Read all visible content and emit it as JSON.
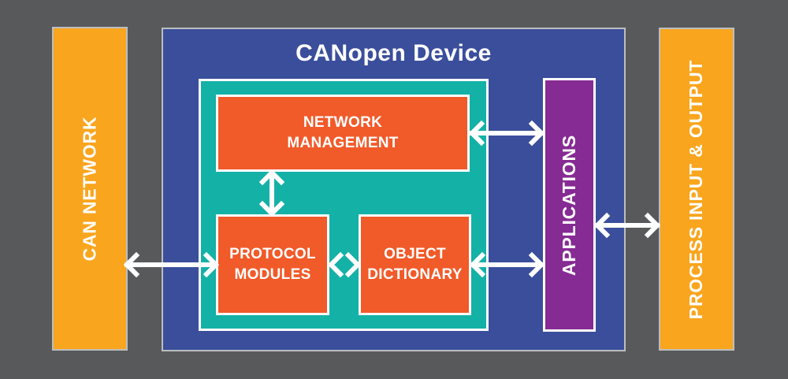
{
  "diagram": {
    "title": "CANopen Device",
    "bars": {
      "can_network": "CAN NETWORK",
      "applications": "APPLICATIONS",
      "process_io": "PROCESS INPUT & OUTPUT"
    },
    "boxes": {
      "network_management": "NETWORK MANAGEMENT",
      "protocol_modules": "PROTOCOL MODULES",
      "object_dictionary": "OBJECT DICTIONARY"
    },
    "colors": {
      "background_gray": "#58595B",
      "device_blue": "#3A4E9C",
      "core_teal": "#14B1A6",
      "module_orange": "#F15A29",
      "bar_amber": "#F9A51E",
      "applications_purple": "#862B93",
      "arrow_white": "#FFFFFF",
      "outer_border_gray": "#BCBEC0"
    },
    "connections": [
      {
        "from": "CAN NETWORK",
        "to": "PROTOCOL MODULES",
        "bidirectional": true
      },
      {
        "from": "NETWORK MANAGEMENT",
        "to": "APPLICATIONS",
        "bidirectional": true
      },
      {
        "from": "NETWORK MANAGEMENT",
        "to": "PROTOCOL MODULES",
        "bidirectional": true
      },
      {
        "from": "PROTOCOL MODULES",
        "to": "OBJECT DICTIONARY",
        "bidirectional": true
      },
      {
        "from": "OBJECT DICTIONARY",
        "to": "APPLICATIONS",
        "bidirectional": true
      },
      {
        "from": "APPLICATIONS",
        "to": "PROCESS INPUT & OUTPUT",
        "bidirectional": true
      }
    ]
  }
}
